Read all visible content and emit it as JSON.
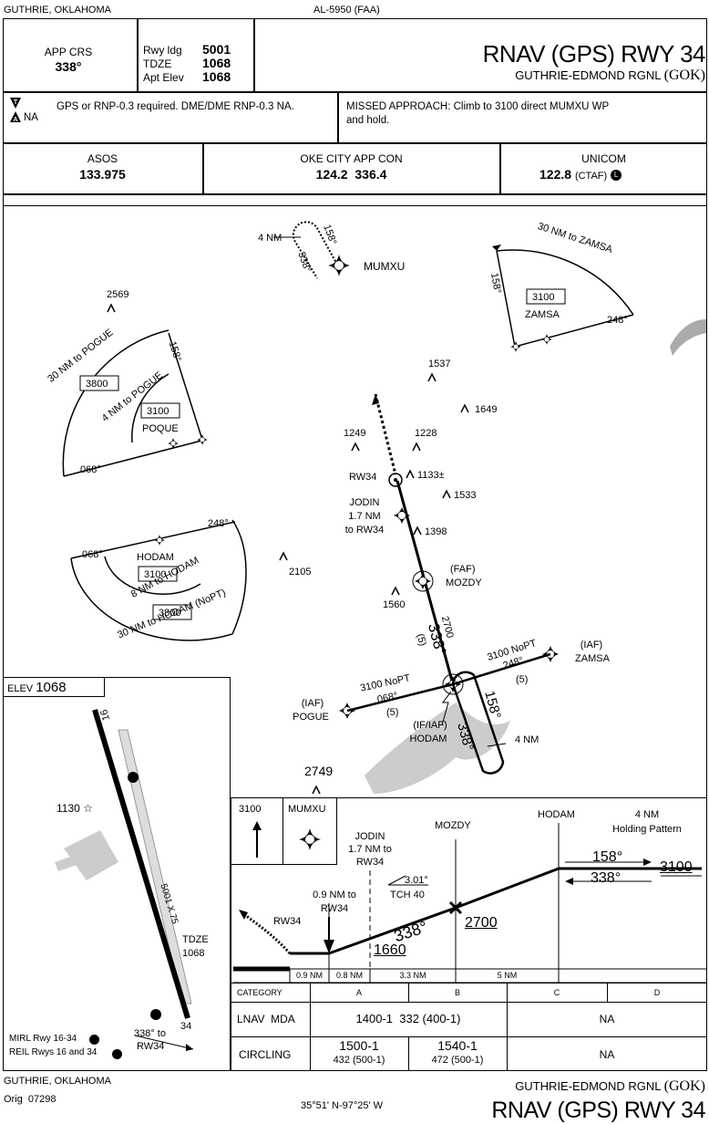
{
  "header": {
    "city_state": "GUTHRIE, OKLAHOMA",
    "chart_id": "AL-5950 (FAA)",
    "title": "RNAV (GPS) RWY 34",
    "airport": "GUTHRIE-EDMOND RGNL",
    "airport_id": "(GOK)",
    "app_crs_label": "APP CRS",
    "app_crs_value": "338°",
    "rwy_ldg_label": "Rwy ldg",
    "rwy_ldg_value": "5001",
    "tdze_label": "TDZE",
    "tdze_value": "1068",
    "apt_elev_label": "Apt Elev",
    "apt_elev_value": "1068"
  },
  "notes": {
    "gps_note": "GPS or RNP-0.3 required.  DME/DME RNP-0.3 NA.",
    "alt_na": "NA",
    "missed_approach_line1": "MISSED APPROACH:  Climb to 3100 direct MUMXU WP",
    "missed_approach_line2": "and hold."
  },
  "comms": {
    "asos_label": "ASOS",
    "asos_freq": "133.975",
    "app_label": "OKE CITY APP CON",
    "app_freq": "124.2  336.4",
    "unicom_label": "UNICOM",
    "unicom_freq": "122.8",
    "unicom_ctaf": "(CTAF)"
  },
  "planview": {
    "mumxu": "MUMXU",
    "hold_4nm": "4 NM",
    "hold_inbound": "158°",
    "hold_outbound": "338°",
    "zamsa_arc": "30 NM to ZAMSA",
    "zamsa_alt": "3100",
    "zamsa_name": "ZAMSA",
    "zamsa_crs_158": "158°",
    "zamsa_crs_248": "248°",
    "pogue_arc_30": "30 NM to POGUE",
    "pogue_arc_4": "4 NM to POGUE",
    "pogue_alt_outer": "3800",
    "pogue_alt_inner": "3100",
    "pogue_name": "POQUE",
    "pogue_crs_158": "158°",
    "pogue_crs_068": "068°",
    "hodam_arc_8": "8 NM to HODAM",
    "hodam_arc_30": "30 NM to HODAM (NoPT)",
    "hodam_alt_inner": "3100",
    "hodam_alt_outer": "3800",
    "hodam_name": "HODAM",
    "hodam_crs_068": "068°",
    "hodam_crs_248": "248°",
    "obs_2569": "2569",
    "obs_1537": "1537",
    "obs_1649": "1649",
    "obs_1249": "1249",
    "obs_1228": "1228",
    "obs_1133": "1133±",
    "obs_1533": "1533",
    "obs_1398": "1398",
    "obs_2105": "2105",
    "obs_1560": "1560",
    "obs_2749": "2749",
    "rw34": "RW34",
    "jodin": "JODIN",
    "jodin_dist1": "1.7 NM",
    "jodin_dist2": "to RW34",
    "faf": "(FAF)",
    "mozdy": "MOZDY",
    "final_alt": "2700",
    "final_dist": "(5)",
    "final_crs": "338°",
    "iaf": "(IAF)",
    "pogue_iaf": "POGUE",
    "zamsa_iaf": "ZAMSA",
    "nopt_w": "3100 NoPT",
    "nopt_w_crs": "068°",
    "nopt_w_dist": "(5)",
    "nopt_e": "3100 NoPT",
    "nopt_e_crs": "248°",
    "nopt_e_dist": "(5)",
    "if_iaf": "(IF/IAF)",
    "hodam_if": "HODAM",
    "hold_158": "158°",
    "hold_338": "338°",
    "hold_4nm_2": "4 NM"
  },
  "airport_diagram": {
    "elev_label": "ELEV",
    "elev_value": "1068",
    "rwy_16": "16",
    "rwy_34": "34",
    "dims": "5001 X 75",
    "tdze_label": "TDZE",
    "tdze_value": "1068",
    "obs_1130": "1130",
    "crs_label1": "338° to",
    "crs_label2": "RW34",
    "mirl": "MIRL Rwy 16-34",
    "reil": "REIL Rwys 16 and 34"
  },
  "profile": {
    "ma_alt": "3100",
    "ma_fix": "MUMXU",
    "jodin": "JODIN",
    "jodin_d1": "1.7 NM to",
    "jodin_d2": "RW34",
    "mozdy": "MOZDY",
    "hodam": "HODAM",
    "hold_1": "4 NM",
    "hold_2": "Holding Pattern",
    "hold_in": "158°",
    "hold_out": "338°",
    "hold_alt": "3100",
    "gp_angle": "3.01°",
    "tch": "TCH 40",
    "vdp1": "0.9 NM to",
    "vdp2": "RW34",
    "rw34": "RW34",
    "crs": "338°",
    "faf_alt": "2700",
    "jodin_alt": "1660",
    "dist_1": "0.9 NM",
    "dist_2": "0.8 NM",
    "dist_3": "3.3 NM",
    "dist_4": "5 NM"
  },
  "minimums": {
    "category_label": "CATEGORY",
    "cats": [
      "A",
      "B",
      "C",
      "D"
    ],
    "lnav_label": "LNAV  MDA",
    "lnav_ab": "1400-1  332 (400-1)",
    "lnav_cd": "NA",
    "circ_label": "CIRCLING",
    "circ_a1": "1500-1",
    "circ_a2": "432 (500-1)",
    "circ_b1": "1540-1",
    "circ_b2": "472 (500-1)",
    "circ_cd": "NA"
  },
  "footer": {
    "city_state": "GUTHRIE, OKLAHOMA",
    "orig": "Orig  07298",
    "coords": "35°51' N-97°25' W",
    "airport": "GUTHRIE-EDMOND RGNL",
    "airport_id": "(GOK)",
    "title": "RNAV (GPS) RWY 34"
  }
}
